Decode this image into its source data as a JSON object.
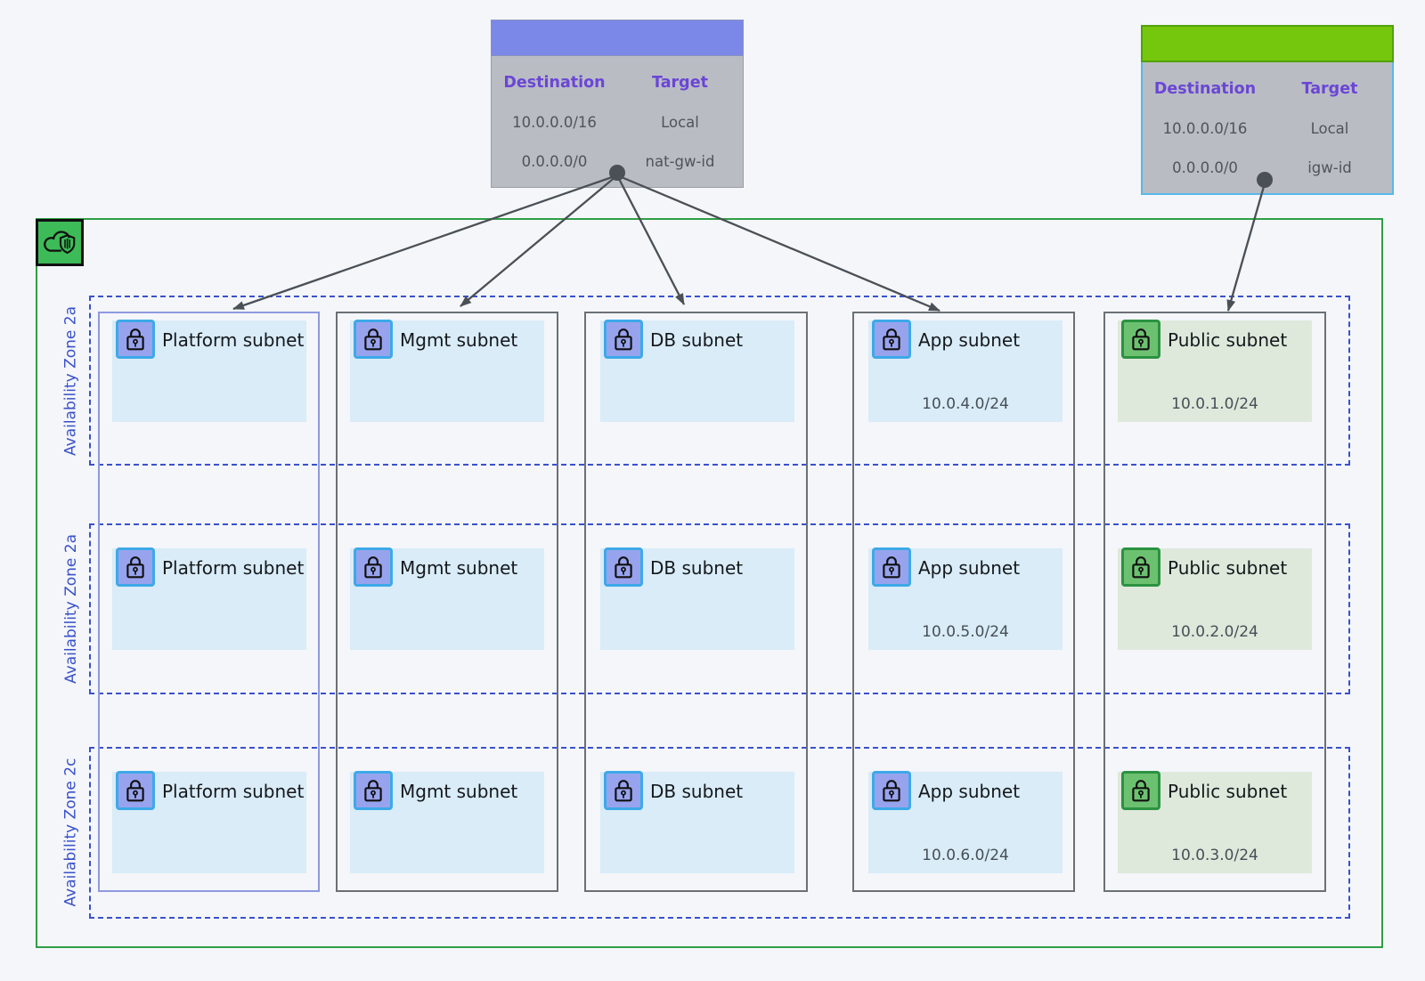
{
  "route_tables": [
    {
      "id": "private-route-table",
      "header_color": "#7c88e8",
      "columns": [
        "Destination",
        "Target"
      ],
      "rows": [
        [
          "10.0.0.0/16",
          "Local"
        ],
        [
          "0.0.0.0/0",
          "nat-gw-id"
        ]
      ]
    },
    {
      "id": "public-route-table",
      "header_color": "#74c70d",
      "columns": [
        "Destination",
        "Target"
      ],
      "rows": [
        [
          "10.0.0.0/16",
          "Local"
        ],
        [
          "0.0.0.0/0",
          "igw-id"
        ]
      ]
    }
  ],
  "vpc": {
    "icon": "cloud-shield-icon",
    "zones": [
      {
        "label": "Availability Zone 2a",
        "subnets": [
          {
            "label": "Platform subnet",
            "type": "private"
          },
          {
            "label": "Mgmt subnet",
            "type": "private"
          },
          {
            "label": "DB subnet",
            "type": "private"
          },
          {
            "label": "App subnet",
            "type": "private",
            "cidr": "10.0.4.0/24"
          },
          {
            "label": "Public subnet",
            "type": "public",
            "cidr": "10.0.1.0/24"
          }
        ]
      },
      {
        "label": "Availability Zone 2a",
        "subnets": [
          {
            "label": "Platform subnet",
            "type": "private"
          },
          {
            "label": "Mgmt subnet",
            "type": "private"
          },
          {
            "label": "DB subnet",
            "type": "private"
          },
          {
            "label": "App subnet",
            "type": "private",
            "cidr": "10.0.5.0/24"
          },
          {
            "label": "Public subnet",
            "type": "public",
            "cidr": "10.0.2.0/24"
          }
        ]
      },
      {
        "label": "Availability Zone 2c",
        "subnets": [
          {
            "label": "Platform subnet",
            "type": "private"
          },
          {
            "label": "Mgmt subnet",
            "type": "private"
          },
          {
            "label": "DB subnet",
            "type": "private"
          },
          {
            "label": "App subnet",
            "type": "private",
            "cidr": "10.0.6.0/24"
          },
          {
            "label": "Public subnet",
            "type": "public",
            "cidr": "10.0.3.0/24"
          }
        ]
      }
    ]
  },
  "icons": {
    "vpc": "cloud-shield-icon",
    "subnet": "lock-icon"
  },
  "colors": {
    "private_table_header": "#7c88e8",
    "public_table_header": "#74c70d",
    "table_body": "#b9bdc3",
    "table_header_text": "#6b46d6",
    "public_table_border": "#57b9ea",
    "vpc_border": "#2f9e44",
    "vpc_icon_fill": "#3dbb58",
    "az_border": "#3a51cc",
    "platform_column_border": "#8f99e0",
    "column_border": "#6a7076",
    "private_subnet_fill": "#d9ecf8",
    "public_subnet_fill": "#dee9db",
    "private_lock_fill": "#98a3ee",
    "private_lock_border": "#3da9e8",
    "public_lock_fill": "#6cc170",
    "public_lock_border": "#2b9241",
    "arrow": "#4a5056"
  }
}
